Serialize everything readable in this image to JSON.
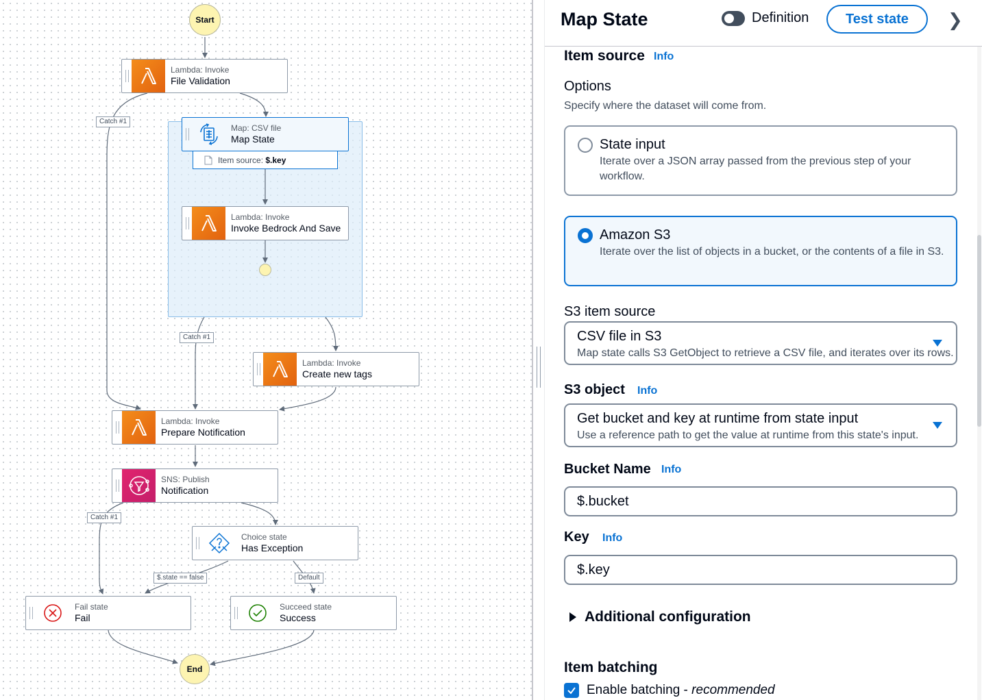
{
  "workflow": {
    "start_label": "Start",
    "end_label": "End",
    "nodes": {
      "file_validation": {
        "type": "Lambda: Invoke",
        "name": "File Validation"
      },
      "map_state": {
        "type": "Map: CSV file",
        "name": "Map State",
        "item_source_prefix": "Item source:",
        "item_source_value": "$.key"
      },
      "invoke_bedrock": {
        "type": "Lambda: Invoke",
        "name": "Invoke Bedrock And Save"
      },
      "create_tags": {
        "type": "Lambda: Invoke",
        "name": "Create new tags"
      },
      "prepare_notification": {
        "type": "Lambda: Invoke",
        "name": "Prepare Notification"
      },
      "notification": {
        "type": "SNS: Publish",
        "name": "Notification"
      },
      "has_exception": {
        "type": "Choice state",
        "name": "Has Exception"
      },
      "fail": {
        "type": "Fail state",
        "name": "Fail"
      },
      "success": {
        "type": "Succeed state",
        "name": "Success"
      }
    },
    "edge_labels": {
      "catch_1": "Catch #1",
      "catch_2": "Catch #1",
      "catch_3": "Catch #1",
      "state_false": "$.state == false",
      "default": "Default"
    }
  },
  "panel": {
    "title": "Map State",
    "toggle_label": "Definition",
    "test_button": "Test state",
    "item_source": {
      "heading": "Item source",
      "info": "Info"
    },
    "options": {
      "label": "Options",
      "description": "Specify where the dataset will come from.",
      "choices": [
        {
          "title": "State input",
          "description": "Iterate over a JSON array passed from the previous step of your workflow.",
          "selected": false
        },
        {
          "title": "Amazon S3",
          "description": "Iterate over the list of objects in a bucket, or the contents of a file in S3.",
          "selected": true
        }
      ]
    },
    "s3_item_source": {
      "label": "S3 item source",
      "value": "CSV file in S3",
      "description": "Map state calls S3 GetObject to retrieve a CSV file, and iterates over its rows."
    },
    "s3_object": {
      "label": "S3 object",
      "info": "Info",
      "value": "Get bucket and key at runtime from state input",
      "description": "Use a reference path to get the value at runtime from this state's input."
    },
    "bucket_name": {
      "label": "Bucket Name",
      "info": "Info",
      "value": "$.bucket"
    },
    "key": {
      "label": "Key",
      "info": "Info",
      "value": "$.key"
    },
    "additional_configuration": "Additional configuration",
    "item_batching": {
      "heading": "Item batching",
      "checkbox_label": "Enable batching - ",
      "checkbox_emphasis": "recommended",
      "checked": true
    }
  },
  "colors": {
    "accent": "#0972d3",
    "lambda": "#ed7100",
    "sns": "#e7157b",
    "start_end_fill": "#fdf4b1"
  }
}
